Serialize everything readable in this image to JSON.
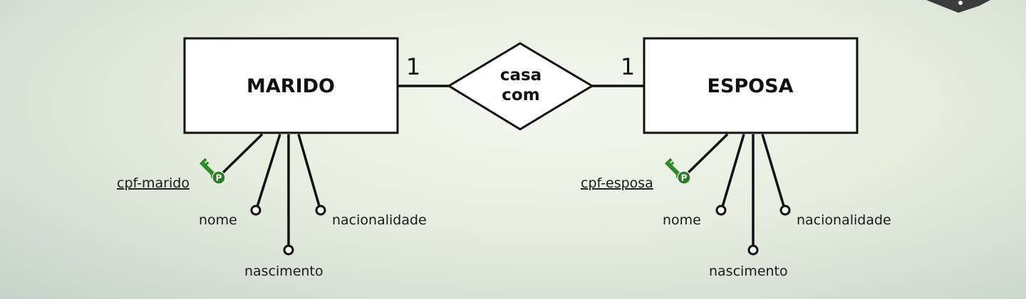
{
  "entities": {
    "left": {
      "name": "MARIDO"
    },
    "right": {
      "name": "ESPOSA"
    }
  },
  "relationship": {
    "line1": "casa",
    "line2": "com"
  },
  "cardinality": {
    "left": "1",
    "right": "1"
  },
  "attributes": {
    "left": {
      "primary_key": "cpf-marido",
      "nome": "nome",
      "nascimento": "nascimento",
      "nacionalidade": "nacionalidade"
    },
    "right": {
      "primary_key": "cpf-esposa",
      "nome": "nome",
      "nascimento": "nascimento",
      "nacionalidade": "nacionalidade"
    }
  },
  "key_badge": "P",
  "colors": {
    "key_green": "#2f8a2a",
    "stroke": "#111111"
  }
}
